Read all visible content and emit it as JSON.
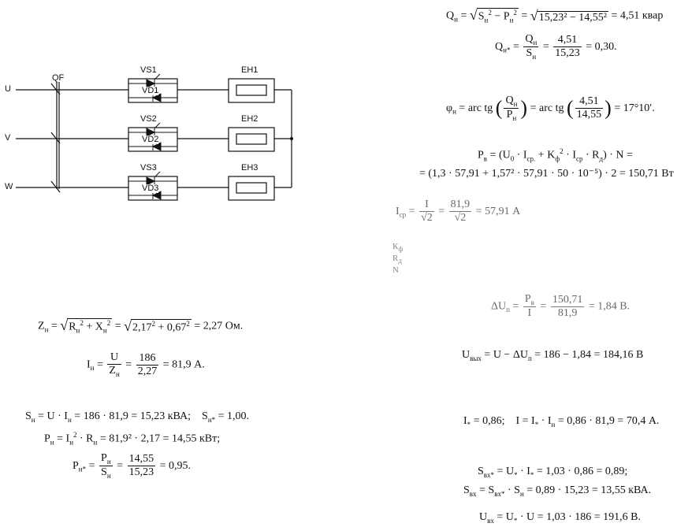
{
  "circuit": {
    "phases": [
      "U",
      "V",
      "W"
    ],
    "breaker": "QF",
    "thyristors": [
      "VS1",
      "VS2",
      "VS3"
    ],
    "diodes": [
      "VD1",
      "VD2",
      "VD3"
    ],
    "heaters": [
      "EH1",
      "EH2",
      "EH3"
    ]
  },
  "left": {
    "zn": {
      "lhs": "Z",
      "lhs_sub": "н",
      "rhs": "= 2,27 Ом."
    },
    "in": {
      "lhs": "I",
      "lhs_sub": "н",
      "num": "U",
      "den": "Z",
      "den_sub": "н",
      "num2": "186",
      "den2": "2,27",
      "rhs": "= 81,9 А."
    },
    "sn": {
      "text": "= U · I",
      "text_sub": "н",
      "rhs": "= 186 · 81,9 = 15,23 кВА;",
      "extra": "S",
      "extra_sub": "н*",
      "extra_rhs": "= 1,00."
    },
    "pn": {
      "rhs": "= 81,9² · 2,17 = 14,55 кВт;"
    },
    "pnstar": {
      "num": "P",
      "num_sub": "н",
      "den": "S",
      "den_sub": "н",
      "num2": "14,55",
      "den2": "15,23",
      "rhs": "= 0,95."
    }
  },
  "right": {
    "qn": {
      "lhs": "Q",
      "lhs_sub": "н",
      "rhs": "= 4,51 квар",
      "radicand": "15,23² − 14,55²"
    },
    "qnstar": {
      "num2": "4,51",
      "den2": "15,23",
      "rhs": "= 0,30."
    },
    "phi": {
      "lhs": "φ",
      "lhs_sub": "н",
      "arctg": "= arc tg",
      "num2": "4,51",
      "den2": "14,55",
      "rhs": "= 17°10′."
    },
    "pv1": {
      "rhs": "· N ="
    },
    "pv2": {
      "text": "= (1,3 · 57,91 + 1,57² · 57,91 · 50 · 10⁻⁵) · 2 = 150,71 Вт"
    },
    "icp": {
      "num": "I",
      "num2": "81,9",
      "rhs": "= 57,91 А"
    },
    "ghost": [
      "К",
      "R",
      "N"
    ],
    "du": {
      "num": "150,71",
      "den": "81,9",
      "rhs": "= 1,84 В."
    },
    "uvyx": {
      "rhs": "= U − ΔU",
      "rhs2": "= 186 − 1,84 = 184,16 В"
    },
    "istar": {
      "text": "= 0,86;",
      "text2": "= 0,86 · 81,9 = 70,4 А."
    },
    "svx": {
      "line1": "= 1,03 · 0,86 = 0,89;",
      "line2": "= 0,89 · 15,23 = 13,55 кВА."
    },
    "uvx": {
      "rhs": "= 1,03 · 186 = 191,6 В."
    }
  }
}
